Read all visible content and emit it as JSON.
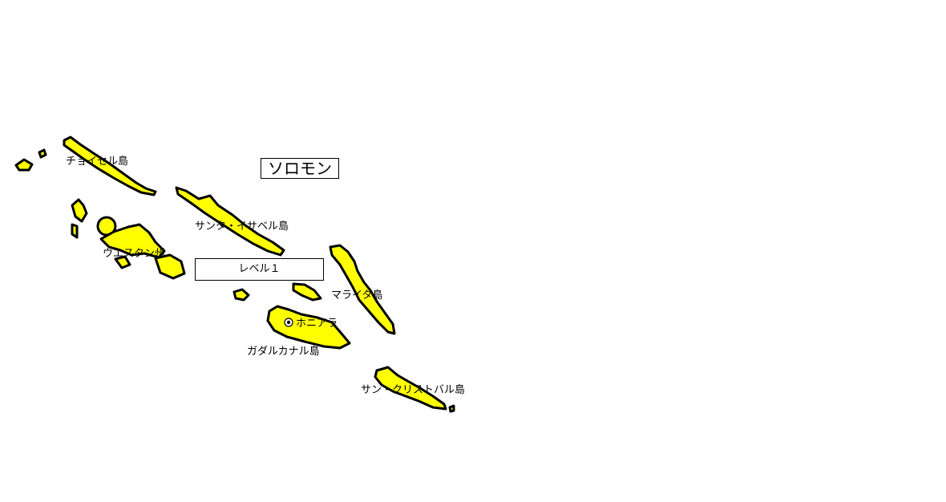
{
  "map": {
    "title": "ソロモン",
    "level_label": "レベル１",
    "fill_color": "#ffff00",
    "outline_color": "#000000",
    "labels": {
      "choiseul": "チョイセル島",
      "santa_isabel": "サンタ・イサベル島",
      "western": "ウエスタン州",
      "malaita": "マライタ島",
      "honiara": "ホニアラ",
      "guadalcanal": "ガダルカナル島",
      "san_cristobal": "サン・クリストバル島"
    }
  }
}
